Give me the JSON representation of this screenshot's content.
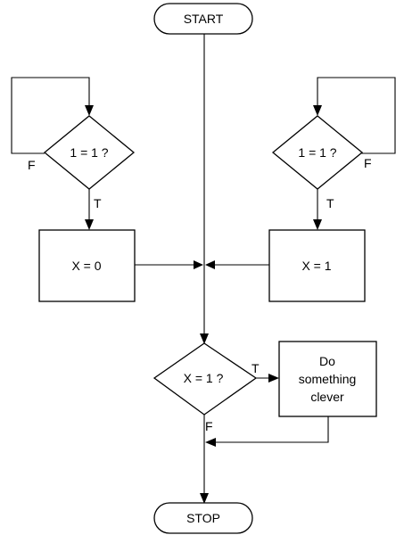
{
  "start": "START",
  "stop": "STOP",
  "left_decision": "1 = 1 ?",
  "right_decision": "1 = 1 ?",
  "left_process": "X = 0",
  "right_process": "X = 1",
  "bottom_decision": "X = 1 ?",
  "clever_process": [
    "Do",
    "something",
    "clever"
  ],
  "labels": {
    "left_false": "F",
    "left_true": "T",
    "right_false": "F",
    "right_true": "T",
    "bottom_true": "T",
    "bottom_false": "F"
  }
}
